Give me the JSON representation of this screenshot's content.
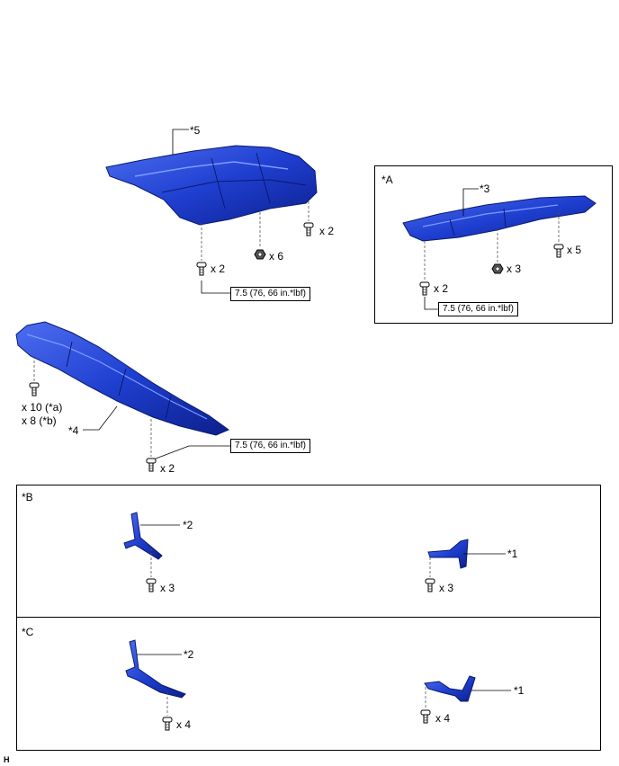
{
  "callouts": {
    "c5": "*5",
    "c3": "*3",
    "c4": "*4",
    "c2b": "*2",
    "c1b": "*1",
    "c2c": "*2",
    "c1c": "*1"
  },
  "panels": {
    "a": "*A",
    "b": "*B",
    "c": "*C"
  },
  "quantities": {
    "main_right": "x 2",
    "main_mid": "x 6",
    "main_left": "x 2",
    "a_mid": "x 3",
    "a_right": "x 5",
    "a_left": "x 2",
    "rear_a": "x 10 (*a)",
    "rear_b": "x 8 (*b)",
    "rear_bottom": "x 2",
    "b_left": "x 3",
    "b_right": "x 3",
    "c_left": "x 4",
    "c_right": "x 4"
  },
  "torque": {
    "main": "7.5 (76, 66 in.*lbf)",
    "panel_a": "7.5 (76, 66 in.*lbf)",
    "rear": "7.5 (76, 66 in.*lbf)"
  },
  "footer": {
    "code": "H"
  },
  "colors": {
    "part": "#1f3fd0",
    "part_dark": "#0c1f8c",
    "part_light": "#4d6ef0",
    "line": "#000000"
  }
}
